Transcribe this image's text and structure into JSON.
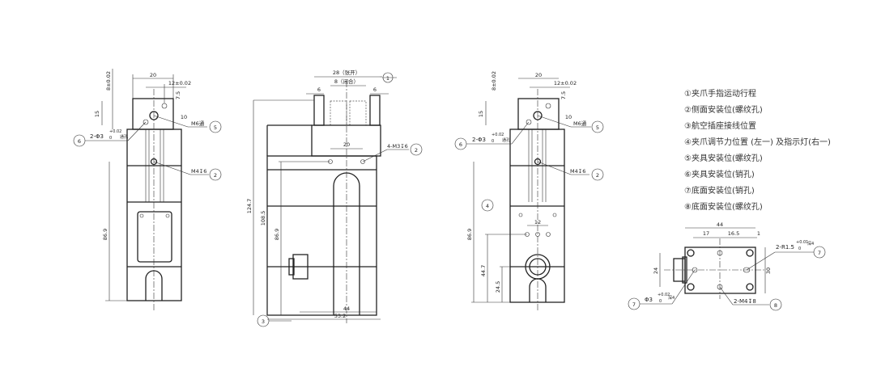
{
  "legend": [
    "①夹爪手指运动行程",
    "②侧面安装位(螺纹孔)",
    "③航空插座接线位置",
    "④夹爪调节力位置 (左一) 及指示灯(右一)",
    "⑤夹具安装位(螺纹孔)",
    "⑥夹具安装位(销孔)",
    "⑦底面安装位(销孔)",
    "⑧底面安装位(螺纹孔)"
  ],
  "view_left": {
    "dims": {
      "w20": "20",
      "d12": "12±0.02",
      "d8": "8±0.02",
      "d7_5": "7.5",
      "d15": "15",
      "d10": "10",
      "h86_9": "86.9"
    },
    "notes": {
      "m6": "M6通",
      "pin": "2-Φ3",
      "pin_tol_up": "+0.02",
      "pin_tol_lo": "0",
      "pin_depth": "通孔",
      "m4": "M4↧6"
    },
    "callouts": {
      "c5": "5",
      "c6": "6",
      "c2": "2"
    }
  },
  "view_side": {
    "dims": {
      "open": "28（张开）",
      "closed": "8（闭合）",
      "s6a": "6",
      "s6b": "6",
      "w20": "20",
      "h124_7": "124.7",
      "h108_5": "108.5",
      "h86_9": "86.9",
      "w44": "44",
      "w53_2": "53.2"
    },
    "notes": {
      "m3": "4-M3↧6"
    },
    "callouts": {
      "c1": "1",
      "c2": "2",
      "c3": "3"
    }
  },
  "view_right": {
    "dims": {
      "w20": "20",
      "d12": "12±0.02",
      "d8": "8±0.02",
      "d7_5": "7.5",
      "d15": "15",
      "d10": "10",
      "h86_9": "86.9",
      "h44_7": "44.7",
      "h24_5": "24.5",
      "s12": "12"
    },
    "notes": {
      "m6": "M6通",
      "pin": "2-Φ3",
      "pin_tol_up": "+0.02",
      "pin_tol_lo": "0",
      "pin_depth": "通孔",
      "m4": "M4↧6"
    },
    "callouts": {
      "c4": "4",
      "c5": "5",
      "c6": "6",
      "c2": "2"
    }
  },
  "view_bottom": {
    "dims": {
      "w44": "44",
      "d17": "17",
      "d16_5": "16.5",
      "d1": "1",
      "h24": "24",
      "h30": "30"
    },
    "notes": {
      "slot": "2-R1.5",
      "slot_tol_up": "+0.01",
      "slot_tol_lo": "0",
      "slot_depth": "深4",
      "pin": "Φ3",
      "pin_tol_up": "+0.02",
      "pin_tol_lo": "0",
      "pin_depth": "深4",
      "m4": "2-M4↧8"
    },
    "callouts": {
      "c7a": "7",
      "c7b": "7",
      "c8": "8"
    }
  }
}
